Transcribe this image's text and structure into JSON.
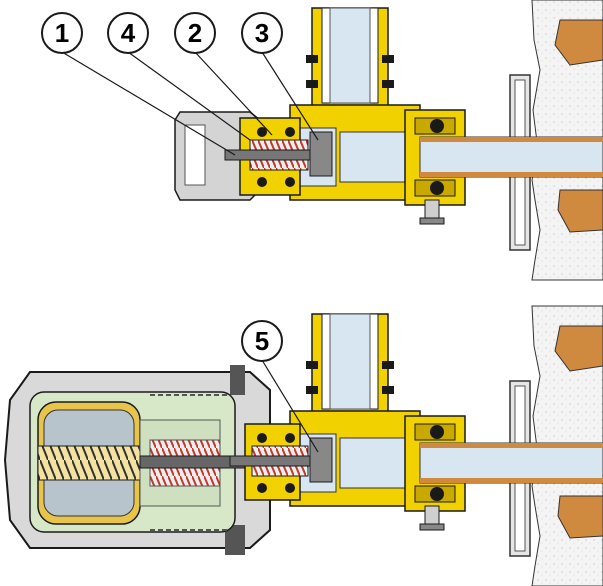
{
  "callouts": {
    "top": [
      {
        "id": "c1",
        "label": "1"
      },
      {
        "id": "c4",
        "label": "4"
      },
      {
        "id": "c2",
        "label": "2"
      },
      {
        "id": "c3",
        "label": "3"
      }
    ],
    "bottom": [
      {
        "id": "c5",
        "label": "5"
      }
    ]
  },
  "colors": {
    "brass": "#f2d100",
    "brass_dark": "#c9a800",
    "copper": "#d08a40",
    "pipe": "#d8e6f2",
    "plaster": "#f2f2f2",
    "actuator_gray": "#c8c8c8",
    "actuator_green": "#d7e8c8",
    "bellows_blue": "#b8c4cc",
    "spring": "#c0392b",
    "outline": "#1a1a1a"
  },
  "icons": [
    "valve-assembly-top",
    "valve-assembly-bottom",
    "thermostatic-head"
  ]
}
